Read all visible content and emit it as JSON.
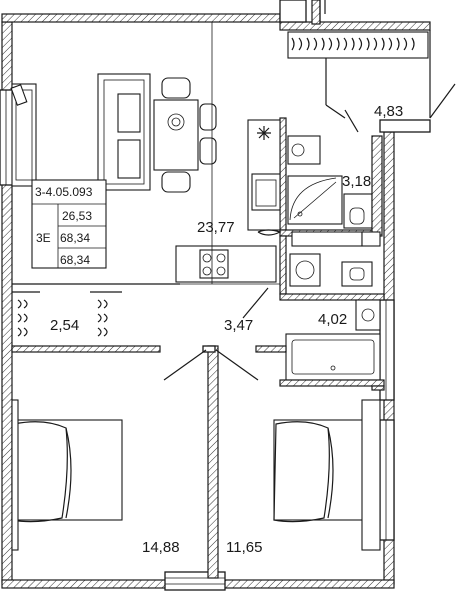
{
  "plan": {
    "code": "3-4.05.093",
    "table_values": [
      "26,53",
      "68,34",
      "68,34"
    ],
    "table_prefix": "3E",
    "rooms": {
      "kitchen_living": "23,77",
      "balcony": "4,83",
      "wc": "3,18",
      "hall": "3,47",
      "bathroom": "4,02",
      "closet": "2,54",
      "bedroom_left": "14,88",
      "bedroom_right": "11,65"
    }
  }
}
